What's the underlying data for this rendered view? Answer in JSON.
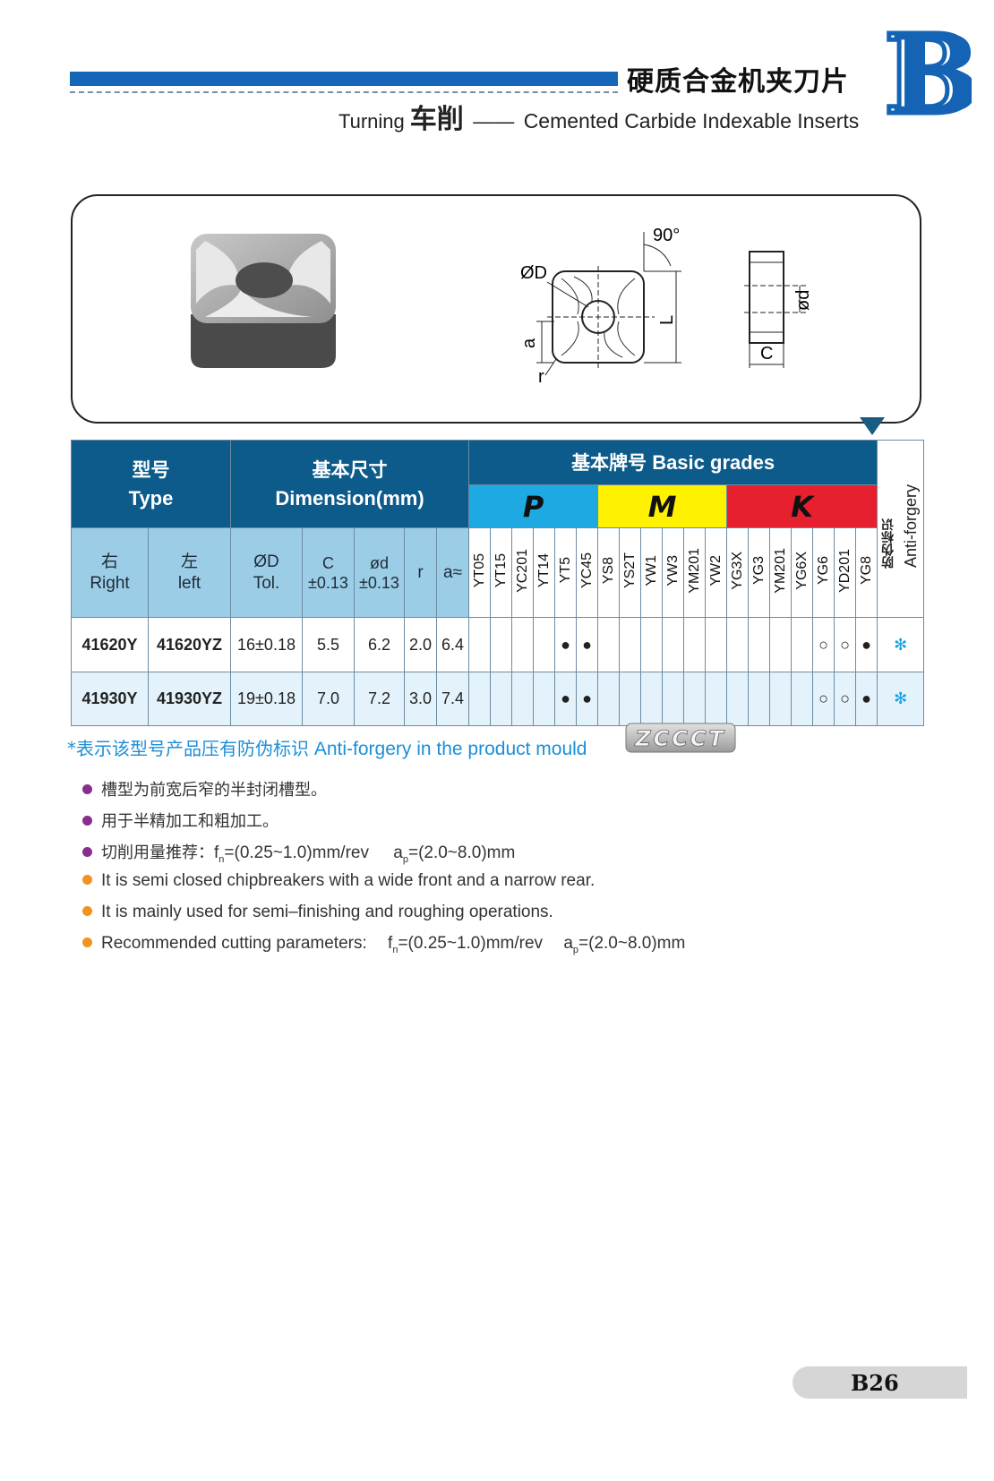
{
  "header": {
    "title_cn": "硬质合金机夹刀片",
    "turning_en": "Turning",
    "turning_cn": "车削",
    "dash": "——",
    "subtitle_en": "Cemented Carbide Indexable Inserts",
    "section_letter": "B"
  },
  "figure": {
    "label_angle": "90°",
    "label_D": "ØD",
    "label_L": "L",
    "label_a": "a",
    "label_r": "r",
    "label_d": "ød",
    "label_C": "C"
  },
  "table": {
    "type_cn": "型号",
    "type_en": "Type",
    "dim_cn": "基本尺寸",
    "dim_en": "Dimension(mm)",
    "grades_cn": "基本牌号",
    "grades_en": "Basic grades",
    "group_p": "P",
    "group_m": "M",
    "group_k": "K",
    "anti_cn": "防伪标识",
    "anti_en": "Anti-forgery",
    "right_cn": "右",
    "right_en": "Right",
    "left_cn": "左",
    "left_en": "left",
    "col_D1": "ØD",
    "col_D2": "Tol.",
    "col_C1": "C",
    "col_C2": "±0.13",
    "col_d1": "ød",
    "col_d2": "±0.13",
    "col_r": "r",
    "col_a": "a≈",
    "grades": [
      "YT05",
      "YT15",
      "YC201",
      "YT14",
      "YT5",
      "YC45",
      "YS8",
      "YS2T",
      "YW1",
      "YW3",
      "YM201",
      "YW2",
      "YG3X",
      "YG3",
      "YM201",
      "YG6X",
      "YG6",
      "YD201",
      "YG8"
    ],
    "rows": [
      {
        "right": "41620Y",
        "left": "41620YZ",
        "D": "16±0.18",
        "C": "5.5",
        "d": "6.2",
        "r": "2.0",
        "a": "6.4",
        "marks": [
          "",
          "",
          "",
          "",
          "●",
          "●",
          "",
          "",
          "",
          "",
          "",
          "",
          "",
          "",
          "",
          "",
          "○",
          "○",
          "●"
        ],
        "anti": "✻"
      },
      {
        "right": "41930Y",
        "left": "41930YZ",
        "D": "19±0.18",
        "C": "7.0",
        "d": "7.2",
        "r": "3.0",
        "a": "7.4",
        "marks": [
          "",
          "",
          "",
          "",
          "●",
          "●",
          "",
          "",
          "",
          "",
          "",
          "",
          "",
          "",
          "",
          "",
          "○",
          "○",
          "●"
        ],
        "anti": "✻"
      }
    ]
  },
  "note": {
    "cn": "*表示该型号产品压有防伪标识",
    "en": " Anti-forgery in the product mould",
    "stamp": "ZCCCT"
  },
  "bullets": {
    "b1": "槽型为前宽后窄的半封闭槽型。",
    "b2": "用于半精加工和粗加工。",
    "b3_prefix": "切削用量推荐：",
    "b4": "It is semi closed chipbreakers with a wide front and a narrow rear.",
    "b5": "It is mainly used for semi–finishing and roughing operations.",
    "b6_prefix": "Recommended cutting parameters:",
    "f_sym": "f",
    "f_sub": "n",
    "f_val": "=(0.25~1.0)mm/rev",
    "a_sym": "a",
    "a_sub": "p",
    "a_val": "=(2.0~8.0)mm"
  },
  "footer": {
    "page": "B26"
  }
}
